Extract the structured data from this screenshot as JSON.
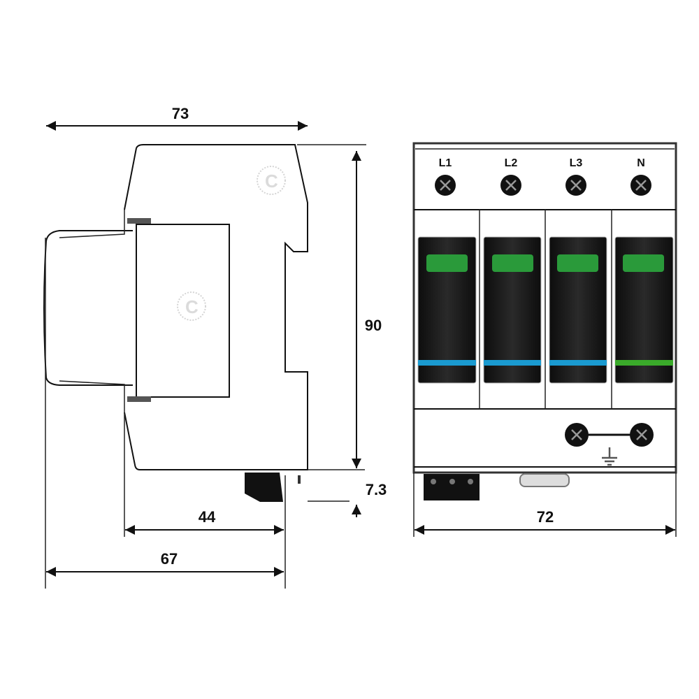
{
  "dimensions": {
    "width_side": "73",
    "height": "90",
    "rail_offset": "7.3",
    "depth_inner": "44",
    "depth_total": "67",
    "width_front": "72"
  },
  "terminals": {
    "labels": [
      "L1",
      "L2",
      "L3",
      "N"
    ]
  },
  "colors": {
    "module_body": "#151515",
    "indicator_window": "#2a9a3a",
    "phase_stripe": "#1a9ad0",
    "neutral_stripe": "#3aaa2a"
  }
}
